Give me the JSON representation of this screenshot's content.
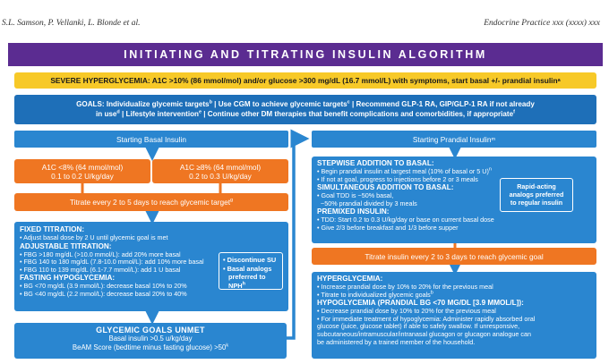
{
  "header": {
    "authors": "S.L. Samson, P. Vellanki, L. Blonde et al.",
    "journal": "Endocrine Practice xxx (xxxx) xxx"
  },
  "title": "INITIATING AND TITRATING INSULIN ALGORITHM",
  "severe": {
    "text": "SEVERE HYPERGLYCEMIA: A1C >10% (86 mmol/mol) and/or glucose >300 mg/dL (16.7 mmol/L) with symptoms, start basal +/- prandial insulin",
    "sup": "a"
  },
  "goals": {
    "p1": "GOALS: Individualize glycemic targets",
    "s1": "b",
    "p2": " | Use CGM to achieve glycemic targets",
    "s2": "c",
    "p3": " | Recommend GLP-1 RA, GIP/GLP-1 RA if not already",
    "p4": "in use",
    "s4": "d",
    "p5": " | Lifestyle intervention",
    "s5": "e",
    "p6": " | Continue other DM therapies that benefit complications and comorbidities, if appropriate",
    "s6": "f"
  },
  "basal": {
    "header": "Starting Basal Insulin",
    "box1_line1": "A1C <8% (64 mmol/mol)",
    "box1_line2": "0.1 to 0.2 U/kg/day",
    "box2_line1": "A1C ≥8% (64 mmol/mol)",
    "box2_line2": "0.2 to 0.3 U/kg/day",
    "titrate": "Titrate every 2 to 5 days to reach glycemic target",
    "titrate_sup": "g",
    "fixed_title": "FIXED TITRATION:",
    "fixed_lines": [
      "• Adjust basal dose by 2 U until glycemic goal is met"
    ],
    "adj_title": "ADJUSTABLE TITRATION:",
    "adj_lines": [
      "• FBG >180 mg/dL (>10.0 mmol/L): add 20% more basal",
      "• FBG 140 to 180 mg/dL (7.8-10.0 mmol/L): add 10% more basal",
      "• FBG 110 to 139 mg/dL (6.1-7.7 mmol/L): add 1 U basal"
    ],
    "hypo_title": "FASTING HYPOGLYCEMIA:",
    "hypo_lines": [
      "• BG <70 mg/dL (3.9 mmol/L): decrease basal 10% to 20%",
      "• BG <40 mg/dL (2.2 mmol/L): decrease basal 20% to 40%"
    ],
    "callout_l1": "• Discontinue SU",
    "callout_l2": "• Basal analogs",
    "callout_l3": "preferred to NPH",
    "callout_sup": "h",
    "unmet_title": "GLYCEMIC GOALS UNMET",
    "unmet_l1": "Basal insulin >0.5 u/kg/day",
    "unmet_l2": "BeAM Score (bedtime minus fasting glucose) >50",
    "unmet_sup": "k"
  },
  "prandial": {
    "header": "Starting Prandial Insulin",
    "header_sup": "m",
    "step_title": "STEPWISE ADDITION TO BASAL:",
    "step_l1": "• Begin prandial insulin at largest meal (10% of basal or 5 U)",
    "step_l1_sup": "n",
    "step_l2": "• If not at goal, progress to injections before 2 or 3 meals",
    "sim_title": "SIMULTANEOUS ADDITION TO  BASAL:",
    "sim_l1": "• Goal TDD is ~50% basal,",
    "sim_l2": "  ~50% prandial divided by 3 meals",
    "premix_title": "PREMIXED INSULIN:",
    "premix_l1": "• TDD: Start 0.2 to 0.3 U/kg/day or base on current basal dose",
    "premix_l2": "• Give 2/3 before breakfast and 1/3 before supper",
    "callout_l1": "Rapid-acting",
    "callout_l2": "analogs preferred",
    "callout_l3": "to regular insulin",
    "titrate": "Titrate insulin every 2 to 3 days to reach glycemic goal",
    "hyper_title": "HYPERGLYCEMIA:",
    "hyper_l1": "• Increase prandial dose by 10% to 20% for the previous meal",
    "hyper_l2": "• Titrate to individualized glycemic goals",
    "hyper_l2_sup": "b",
    "hypo_title": "HYPOGLYCEMIA (PRANDIAL BG <70 MG/DL [3.9 MMOL/L]):",
    "hypo_lines": [
      "• Decrease prandial dose by 10% to 20% for the previous meal",
      "• For immediate treatment of hypoglycemia: Administer rapidly absorbed oral",
      "  glucose (juice, glucose tablet) if able to safely swallow. If unresponsive,",
      "  subcutaneous/intramuscular/intranasal glucagon or glucagon analogue can",
      "  be administered by a trained member of the household."
    ]
  },
  "colors": {
    "title_bar": "#5b2c91",
    "severe": "#f7c928",
    "goals": "#1e6fb8",
    "panel": "#2a86d0",
    "orange": "#ef7622"
  }
}
